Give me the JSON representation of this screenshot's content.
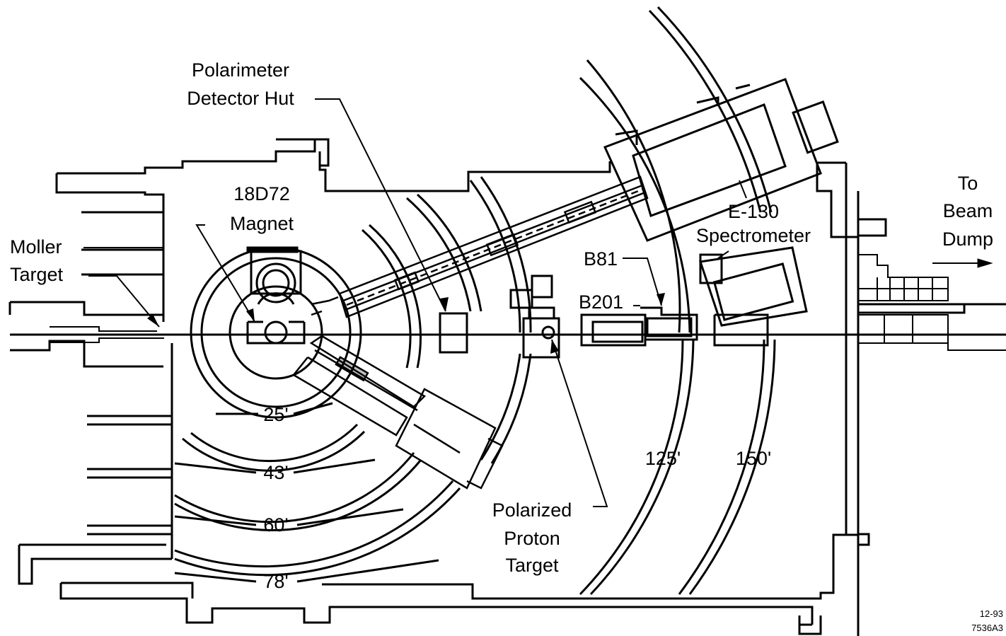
{
  "labels": {
    "polarimeter_line1": "Polarimeter",
    "polarimeter_line2": "Detector Hut",
    "magnet_line1": "18D72",
    "magnet_line2": "Magnet",
    "moller_line1": "Moller",
    "moller_line2": "Target",
    "spectrometer_line1": "E-130",
    "spectrometer_line2": "Spectrometer",
    "b81": "B81",
    "b201": "B201",
    "dump_line1": "To",
    "dump_line2": "Beam",
    "dump_line3": "Dump",
    "proton_line1": "Polarized",
    "proton_line2": "Proton",
    "proton_line3": "Target"
  },
  "angles": {
    "a25": "25'",
    "a43": "43'",
    "a60": "60'",
    "a78": "78'",
    "a125": "125'",
    "a150": "150'"
  },
  "corner": {
    "date": "12-93",
    "code": "7536A3"
  },
  "colors": {
    "ink": "#000000",
    "paper": "#ffffff"
  }
}
